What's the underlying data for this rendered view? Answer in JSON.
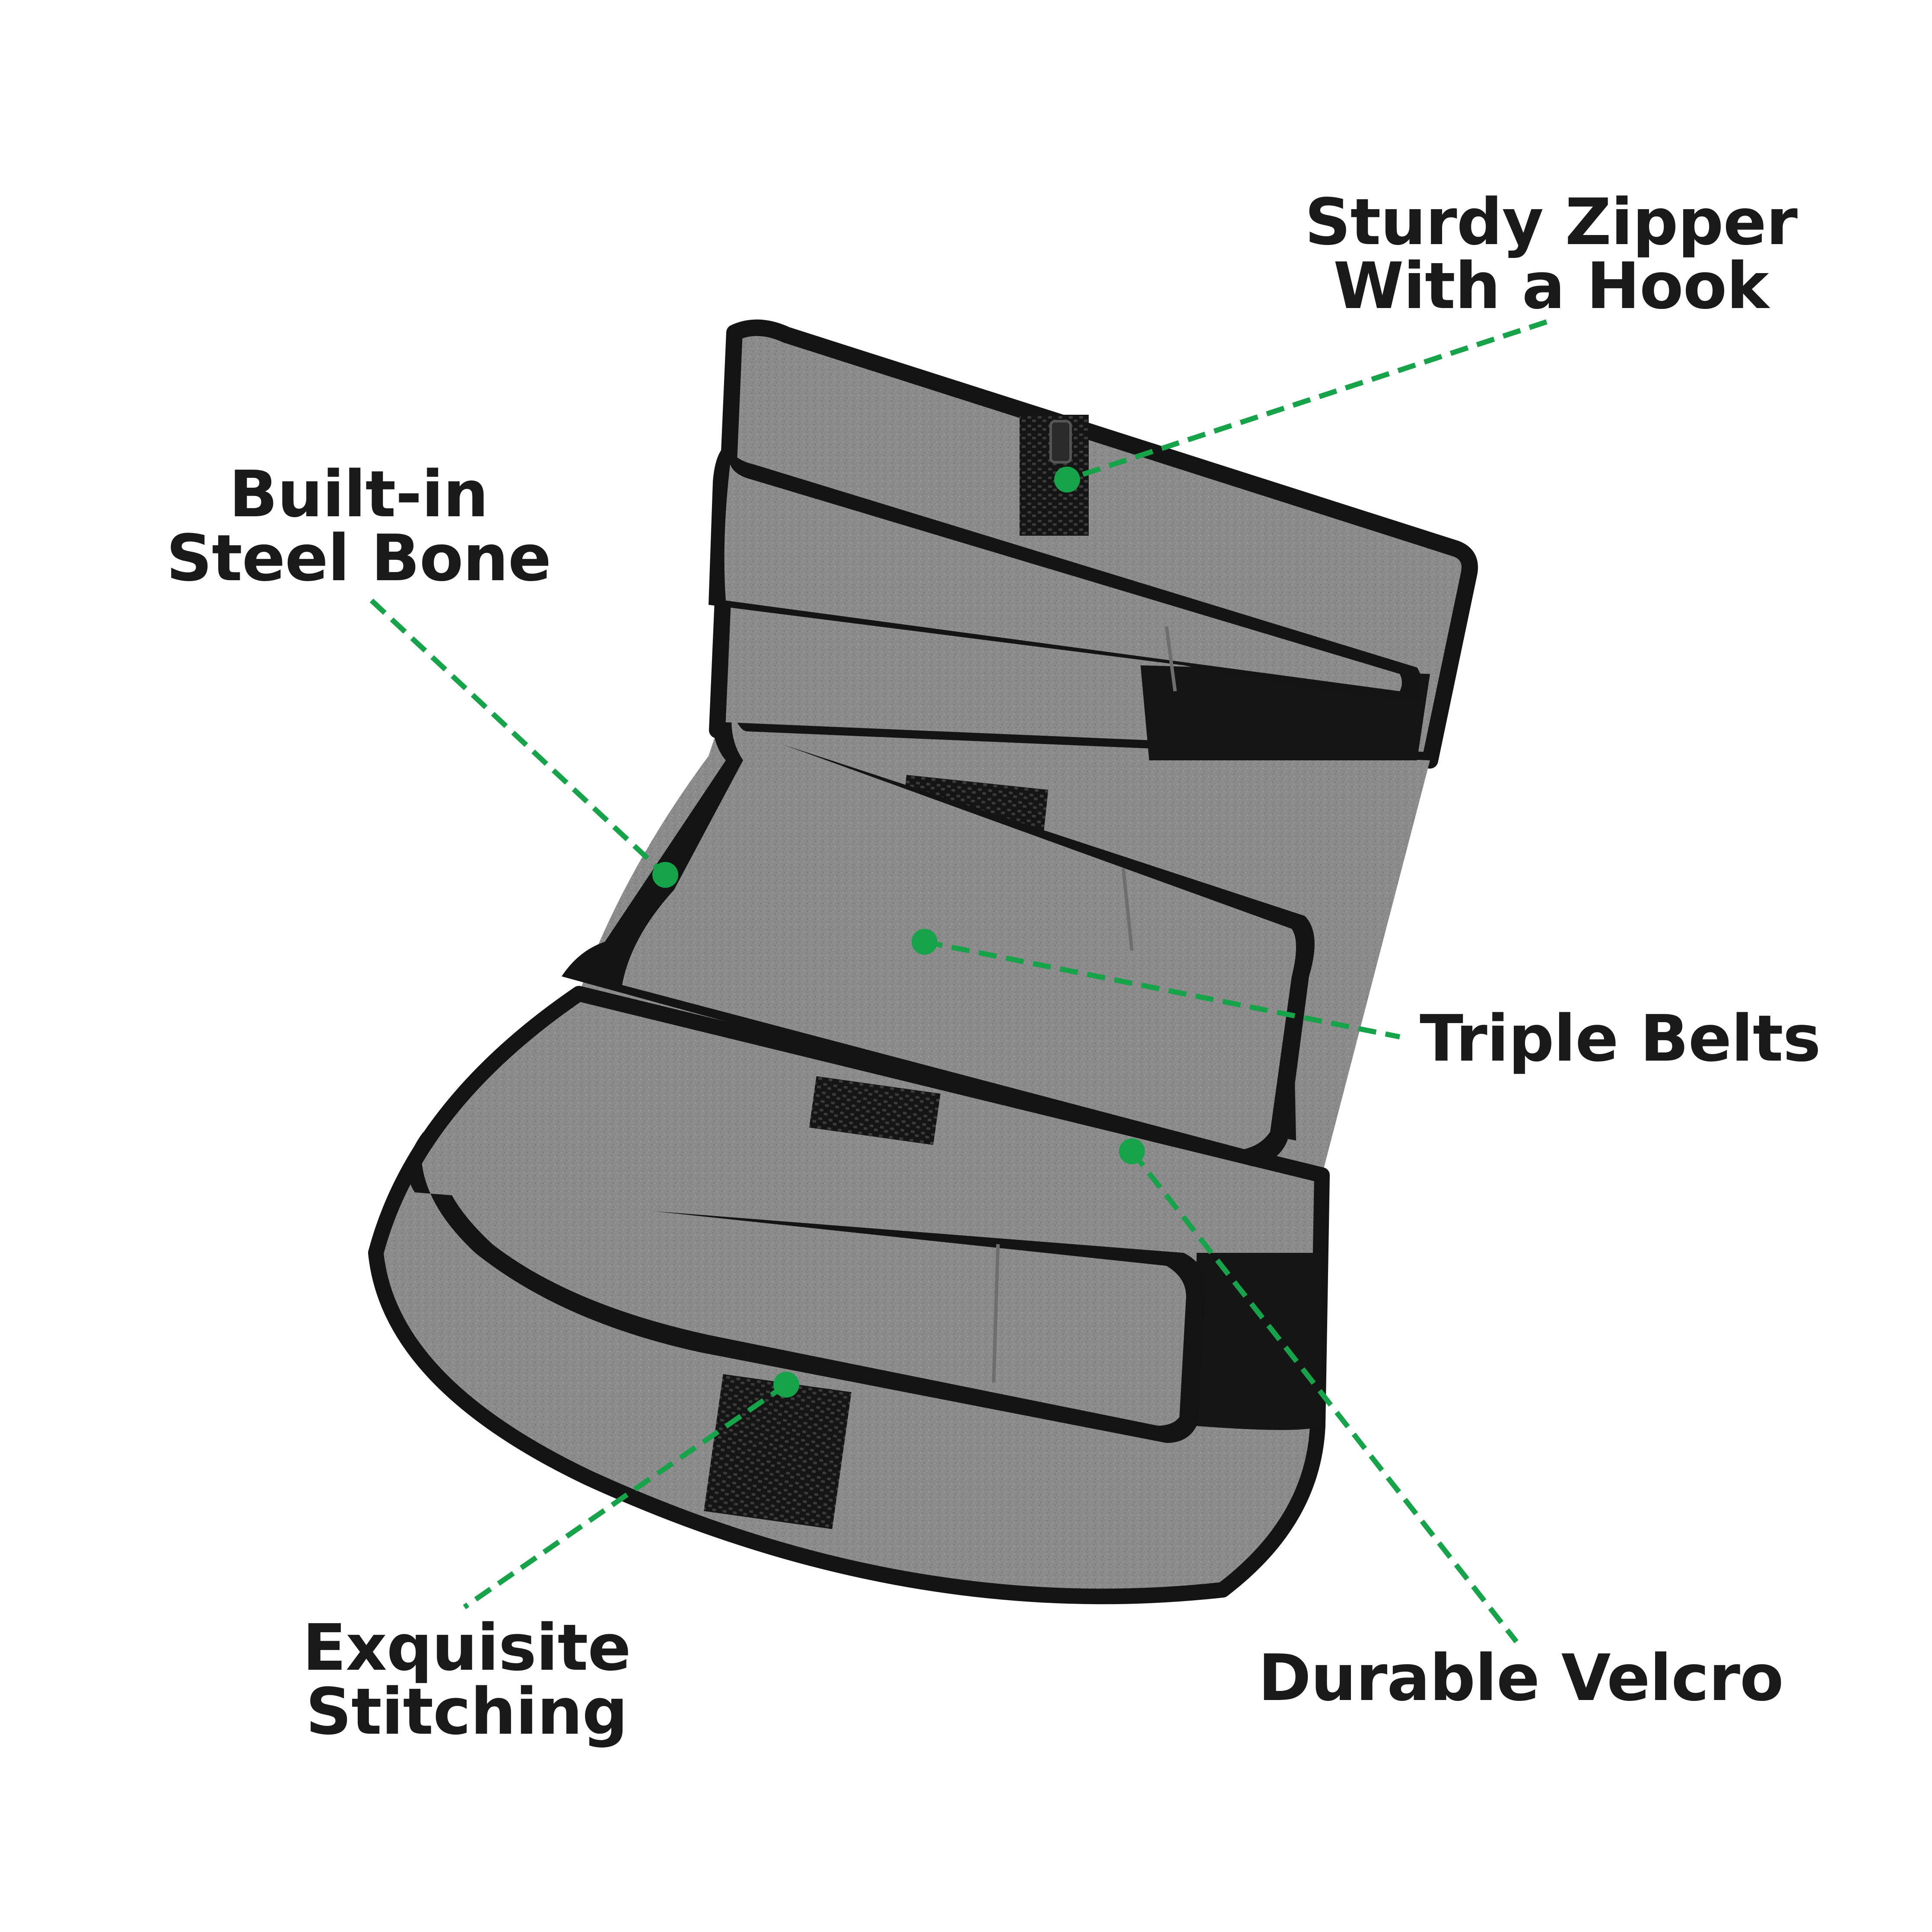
{
  "callouts": {
    "zipper": {
      "line1": "Sturdy Zipper",
      "line2": "With a Hook"
    },
    "bone": {
      "line1": "Built-in",
      "line2": "Steel Bone"
    },
    "belts": {
      "text": "Triple Belts"
    },
    "stitching": {
      "line1": "Exquisite",
      "line2": "Stitching"
    },
    "velcro": {
      "text": "Durable Velcro"
    }
  },
  "colors": {
    "accent": "#16a34a",
    "fabric": "#8a8a8a",
    "trim": "#141414",
    "text": "#1a1a1a",
    "background": "#ffffff"
  },
  "product": {
    "icon": "waist-trainer-triple-belt"
  }
}
